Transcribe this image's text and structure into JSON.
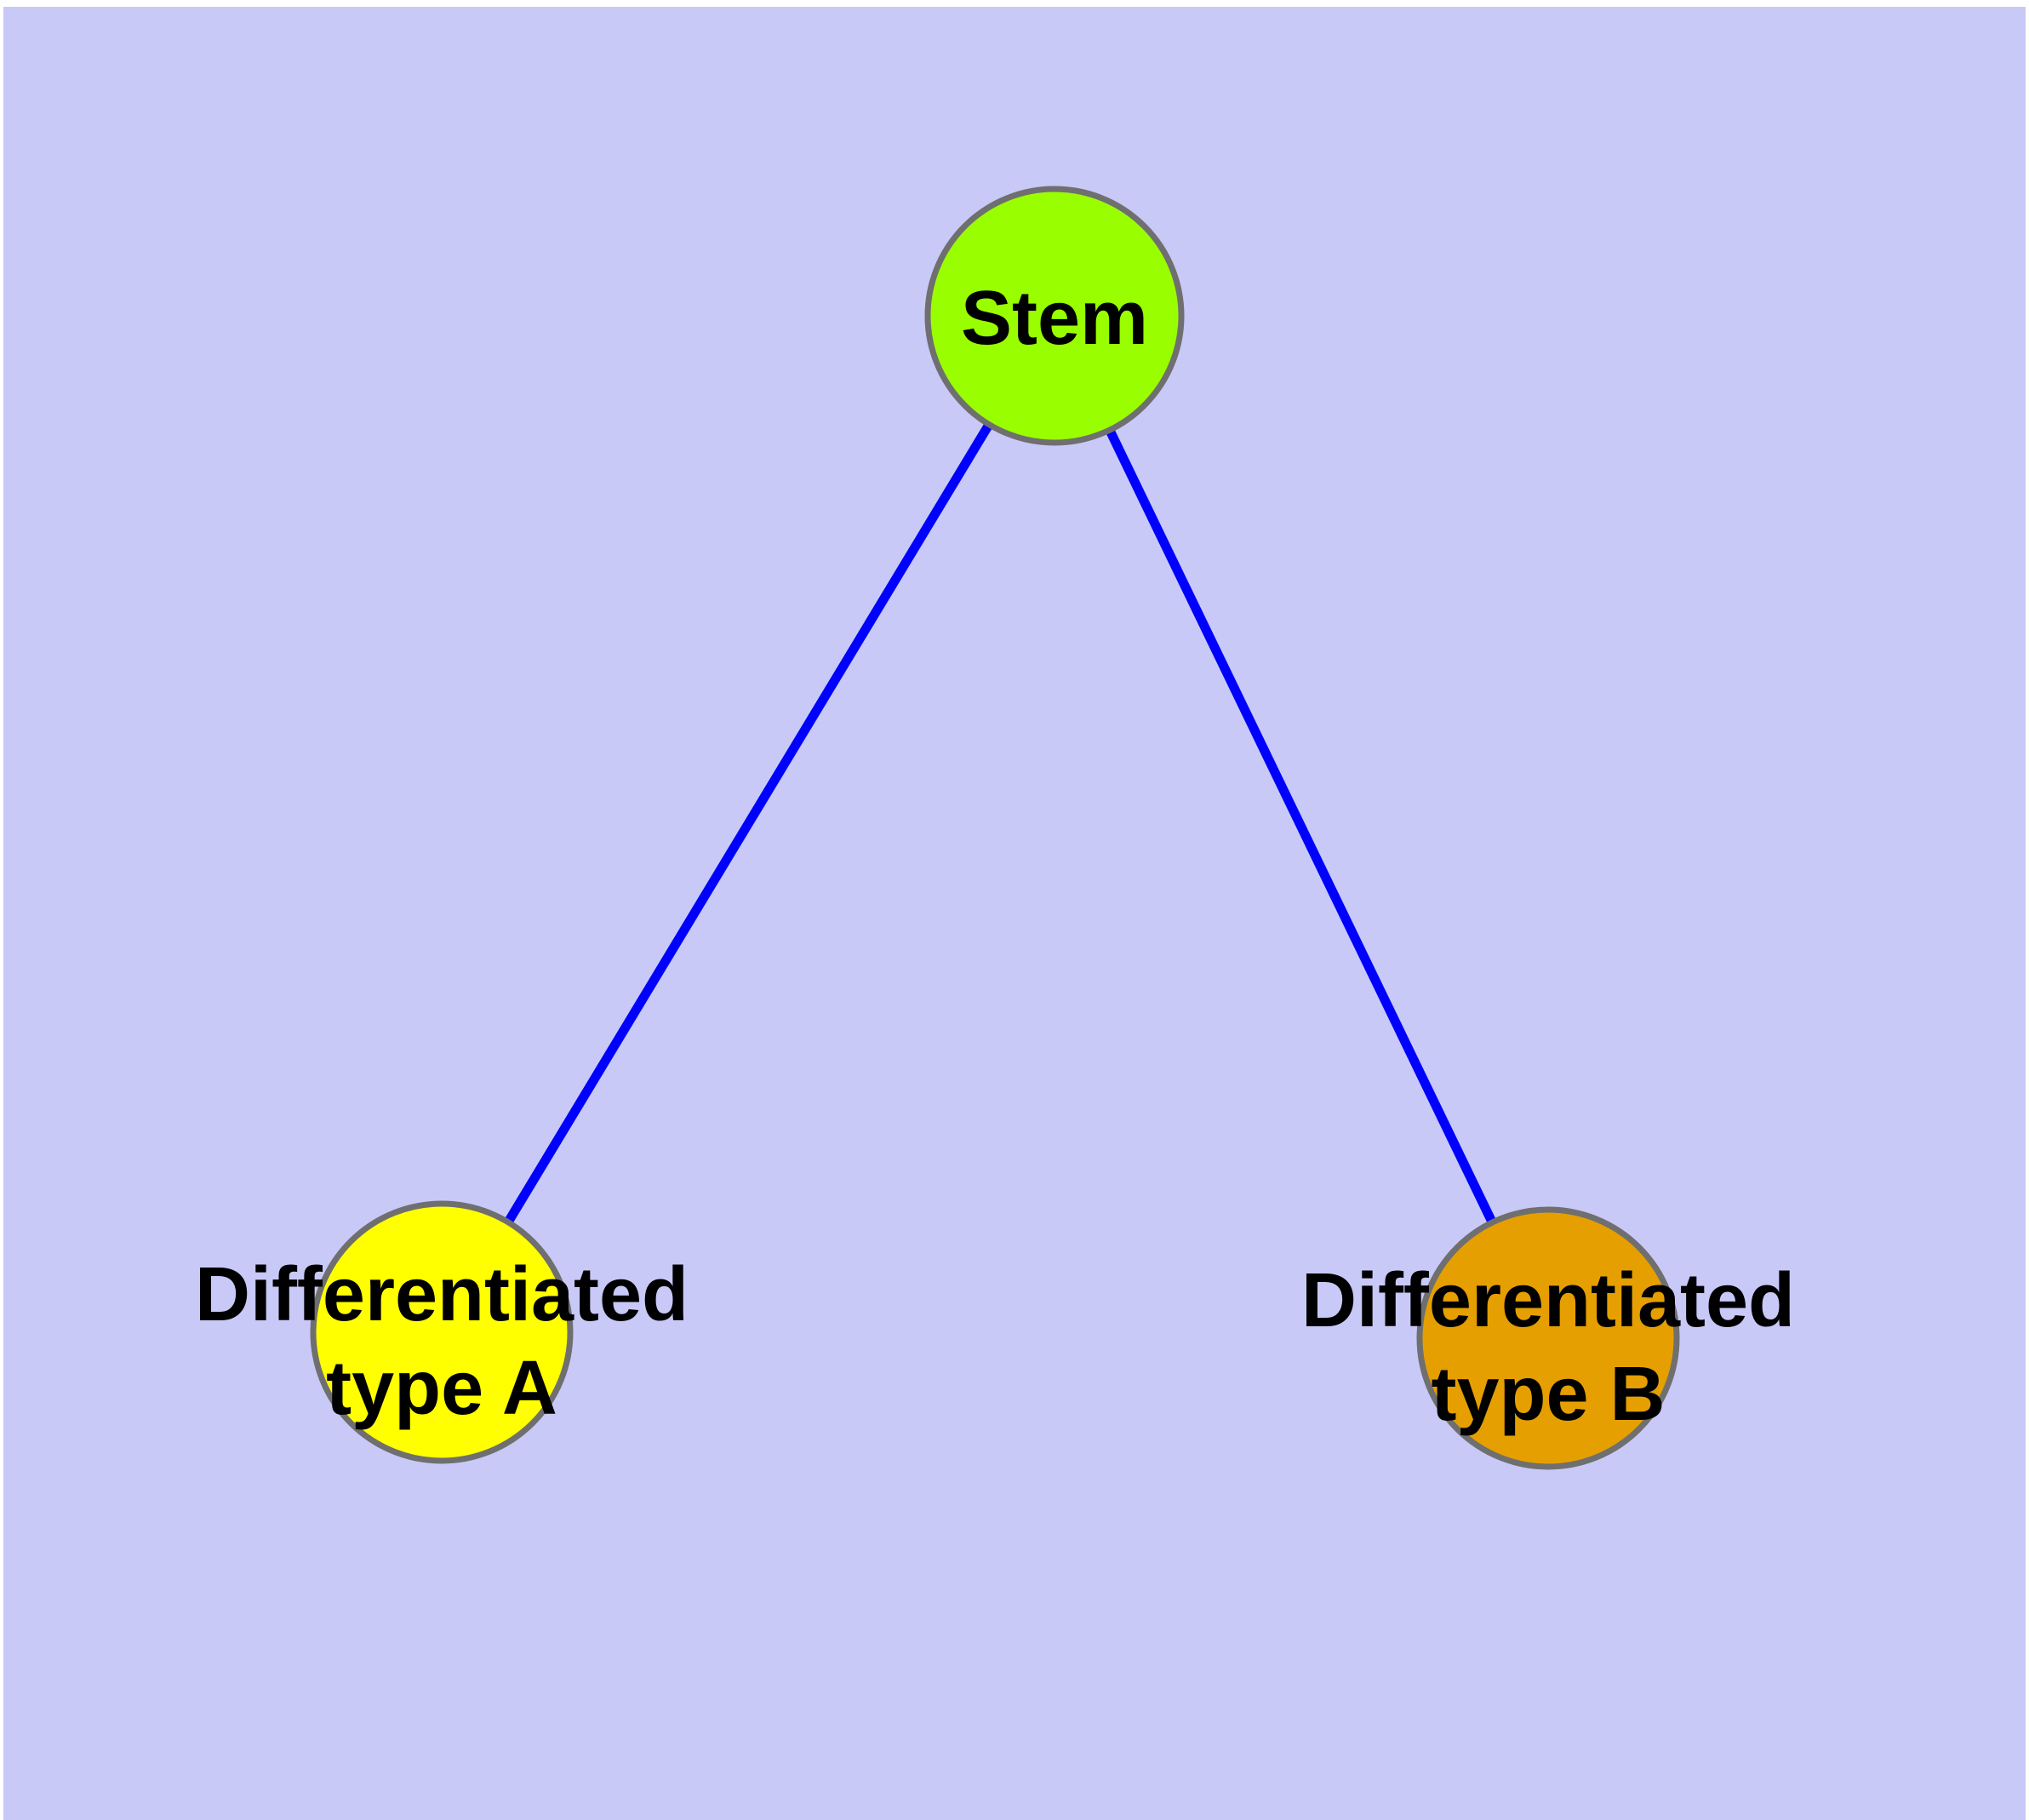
{
  "diagram": {
    "background_color": "#C9C9F7",
    "frame_color": "#FFFFFF",
    "edge_color": "#0000FF",
    "node_border_color": "#6F6F6F",
    "text_color": "#000000",
    "nodes": {
      "stem": {
        "label": "Stem",
        "color": "#99FF00"
      },
      "type_a": {
        "label_lines": [
          "Differentiated",
          "type A"
        ],
        "color": "#FFFF00"
      },
      "type_b": {
        "label_lines": [
          "Differentiated",
          "type B"
        ],
        "color": "#E69F00"
      }
    },
    "edges": [
      {
        "from": "Stem",
        "to": "Differentiated type A"
      },
      {
        "from": "Stem",
        "to": "Differentiated type B"
      }
    ]
  }
}
